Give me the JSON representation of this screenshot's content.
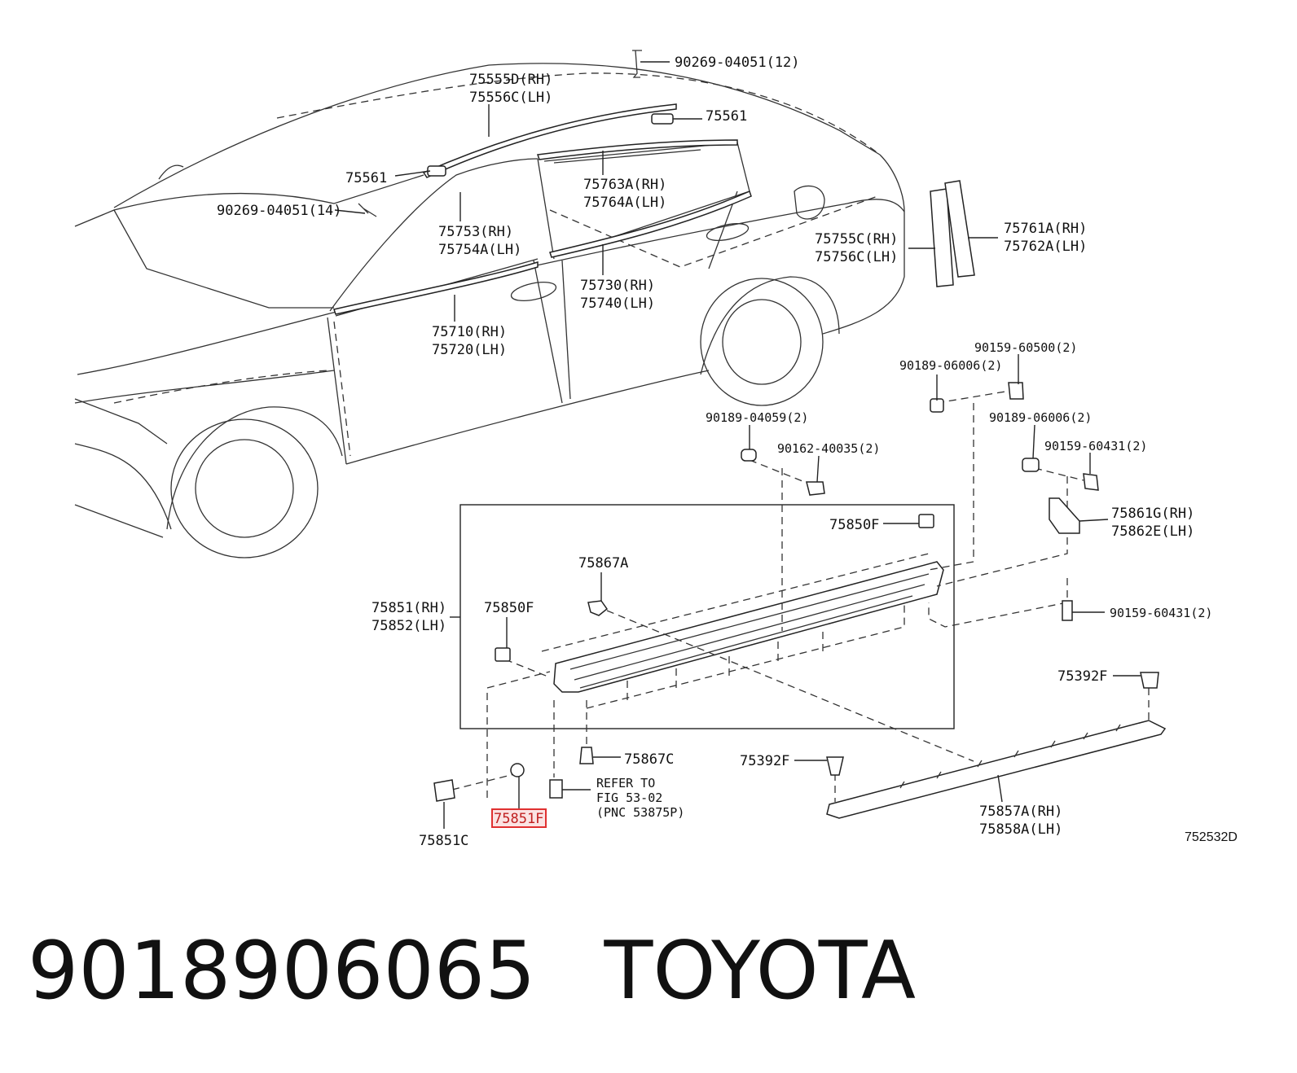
{
  "callouts": [
    {
      "id": "c1",
      "lines": [
        "90269-04051(12)"
      ]
    },
    {
      "id": "c2",
      "lines": [
        "75555D(RH)",
        "75556C(LH)"
      ]
    },
    {
      "id": "c3",
      "lines": [
        "75561"
      ]
    },
    {
      "id": "c4",
      "lines": [
        "75561"
      ]
    },
    {
      "id": "c5",
      "lines": [
        "90269-04051(14)"
      ]
    },
    {
      "id": "c6",
      "lines": [
        "75763A(RH)",
        "75764A(LH)"
      ]
    },
    {
      "id": "c7",
      "lines": [
        "75753(RH)",
        "75754A(LH)"
      ]
    },
    {
      "id": "c8",
      "lines": [
        "75755C(RH)",
        "75756C(LH)"
      ]
    },
    {
      "id": "c9",
      "lines": [
        "75761A(RH)",
        "75762A(LH)"
      ]
    },
    {
      "id": "c10",
      "lines": [
        "75730(RH)",
        "75740(LH)"
      ]
    },
    {
      "id": "c11",
      "lines": [
        "75710(RH)",
        "75720(LH)"
      ]
    },
    {
      "id": "c12",
      "lines": [
        "90159-60500(2)"
      ]
    },
    {
      "id": "c13",
      "lines": [
        "90189-06006(2)"
      ]
    },
    {
      "id": "c14",
      "lines": [
        "90189-04059(2)"
      ]
    },
    {
      "id": "c15",
      "lines": [
        "90189-06006(2)"
      ]
    },
    {
      "id": "c16",
      "lines": [
        "90162-40035(2)"
      ]
    },
    {
      "id": "c17",
      "lines": [
        "90159-60431(2)"
      ]
    },
    {
      "id": "c18",
      "lines": [
        "75850F"
      ]
    },
    {
      "id": "c19",
      "lines": [
        "75861G(RH)",
        "75862E(LH)"
      ]
    },
    {
      "id": "c20",
      "lines": [
        "75867A"
      ]
    },
    {
      "id": "c21",
      "lines": [
        "75851(RH)",
        "75852(LH)"
      ]
    },
    {
      "id": "c22",
      "lines": [
        "75850F"
      ]
    },
    {
      "id": "c23",
      "lines": [
        "90159-60431(2)"
      ]
    },
    {
      "id": "c24",
      "lines": [
        "75392F"
      ]
    },
    {
      "id": "c25",
      "lines": [
        "75867C"
      ]
    },
    {
      "id": "c26",
      "lines": [
        "75392F"
      ]
    },
    {
      "id": "c27",
      "lines": [
        "REFER TO",
        "FIG 53-02",
        "(PNC 53875P)"
      ]
    },
    {
      "id": "c28",
      "lines": [
        "75851F"
      ]
    },
    {
      "id": "c29",
      "lines": [
        "75851C"
      ]
    },
    {
      "id": "c30",
      "lines": [
        "75857A(RH)",
        "75858A(LH)"
      ]
    }
  ],
  "highlight": {
    "label": "75851F",
    "color": "#e03030"
  },
  "figure_code": "752532D",
  "footer": {
    "part_number": "9018906065",
    "brand": "TOYOTA"
  }
}
